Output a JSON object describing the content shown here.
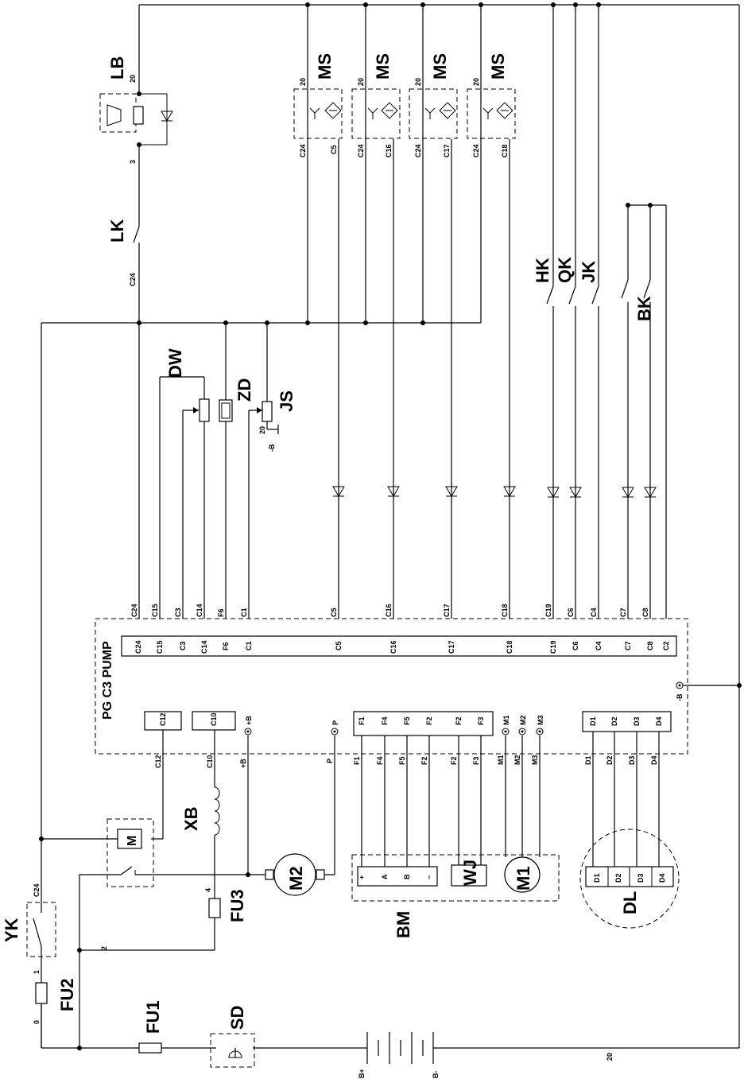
{
  "controller": {
    "title": "PG C3 PUMP",
    "neg_terminal": "-B"
  },
  "connector_pins": [
    "C24",
    "C15",
    "C3",
    "C14",
    "F6",
    "C1",
    "C5",
    "C16",
    "C17",
    "C18",
    "C19",
    "C6",
    "C4",
    "C7",
    "C8",
    "C2"
  ],
  "wire_labels": [
    "C24",
    "C15",
    "C3",
    "C14",
    "F6",
    "C1",
    "C5",
    "C16",
    "C17",
    "C18",
    "C19",
    "C6",
    "C4",
    "C7",
    "C8"
  ],
  "components": {
    "LB": "LB",
    "LK": "LK",
    "DW": "DW",
    "ZD": "ZD",
    "JS": "JS",
    "MS": "MS",
    "HK": "HK",
    "QK": "QK",
    "JK": "JK",
    "BK": "BK",
    "M": "M",
    "M2": "M2",
    "M1": "M1",
    "WJ": "WJ",
    "BM": "BM",
    "DL": "DL",
    "XB": "XB",
    "YK": "YK",
    "FU1": "FU1",
    "FU2": "FU2",
    "FU3": "FU3",
    "SD": "SD"
  },
  "ms_pins": {
    "top": "20",
    "left": "C24",
    "right": [
      "C5",
      "C16",
      "C17",
      "C18"
    ]
  },
  "lower_terminals": {
    "c12": "C12",
    "c10": "C10",
    "plus_b": "+B",
    "p": "P",
    "f_pins": [
      "F1",
      "F4",
      "F5",
      "F2",
      "F2",
      "F3"
    ],
    "m_pins": [
      "M1",
      "M2",
      "M3"
    ],
    "d_pins": [
      "D1",
      "D2",
      "D3",
      "D4"
    ]
  },
  "bm_pins": [
    "+",
    "A",
    "B",
    "−"
  ],
  "wire_numbers": {
    "n20_top": "20",
    "n3": "3",
    "n20_js": "20",
    "neg_b_js": "-B",
    "n4": "4",
    "n2": "2",
    "n1": "1",
    "n0": "0",
    "n20_bottom": "20"
  },
  "battery": {
    "pos": "B+",
    "neg": "B-"
  },
  "yk_pin": "C24",
  "lk_wire": "C24"
}
